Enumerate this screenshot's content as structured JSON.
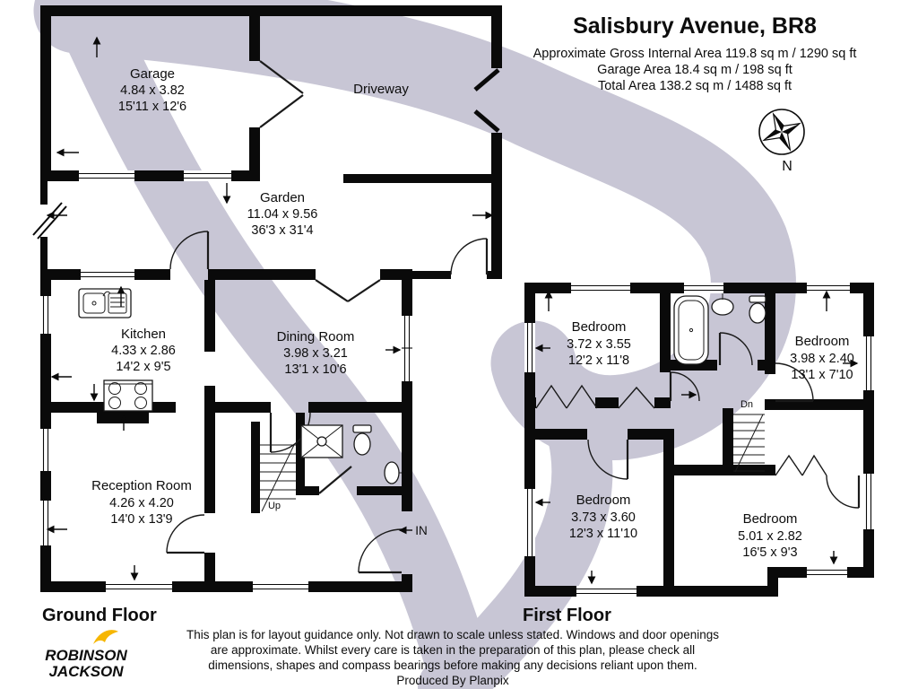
{
  "title": "Salisbury Avenue, BR8",
  "area_summary": {
    "gross": "Approximate Gross Internal Area 119.8 sq m / 1290 sq ft",
    "garage": "Garage Area 18.4 sq m / 198 sq ft",
    "total": "Total Area 138.2 sq m / 1488 sq ft"
  },
  "compass": {
    "north_label": "N"
  },
  "ground_floor": {
    "label": "Ground Floor",
    "garage": {
      "name": "Garage",
      "metric": "4.84 x 3.82",
      "imperial": "15'11 x 12'6"
    },
    "driveway": {
      "name": "Driveway"
    },
    "garden": {
      "name": "Garden",
      "metric": "11.04 x 9.56",
      "imperial": "36'3 x 31'4"
    },
    "kitchen": {
      "name": "Kitchen",
      "metric": "4.33 x 2.86",
      "imperial": "14'2 x 9'5"
    },
    "dining_room": {
      "name": "Dining Room",
      "metric": "3.98 x 3.21",
      "imperial": "13'1 x 10'6"
    },
    "reception_room": {
      "name": "Reception Room",
      "metric": "4.26 x 4.20",
      "imperial": "14'0 x 13'9"
    },
    "stairs_label": "Up",
    "entrance_label": "IN"
  },
  "first_floor": {
    "label": "First Floor",
    "bedroom_front_left": {
      "name": "Bedroom",
      "metric": "3.72 x 3.55",
      "imperial": "12'2 x 11'8"
    },
    "bedroom_front_right": {
      "name": "Bedroom",
      "metric": "3.98 x 2.40",
      "imperial": "13'1 x 7'10"
    },
    "bedroom_back_left": {
      "name": "Bedroom",
      "metric": "3.73 x 3.60",
      "imperial": "12'3 x 11'10"
    },
    "bedroom_back_right": {
      "name": "Bedroom",
      "metric": "5.01 x 2.82",
      "imperial": "16'5 x 9'3"
    },
    "stairs_label": "Dn"
  },
  "footer": {
    "line1": "This plan is for layout guidance only. Not drawn to scale unless stated. Windows and door openings",
    "line2": "are approximate. Whilst every care is taken in the preparation of this plan, please check all",
    "line3": "dimensions, shapes and compass bearings before making any decisions reliant upon them.",
    "credit": "Produced By Planpix"
  },
  "agency_logo": {
    "line1": "ROBINSON",
    "line2": "JACKSON"
  },
  "colors": {
    "wall": "#0a0a0a",
    "watermark": "#c8c6d5",
    "logo_navy": "#2b2c6b",
    "logo_yellow": "#f6b600",
    "background": "#ffffff"
  }
}
